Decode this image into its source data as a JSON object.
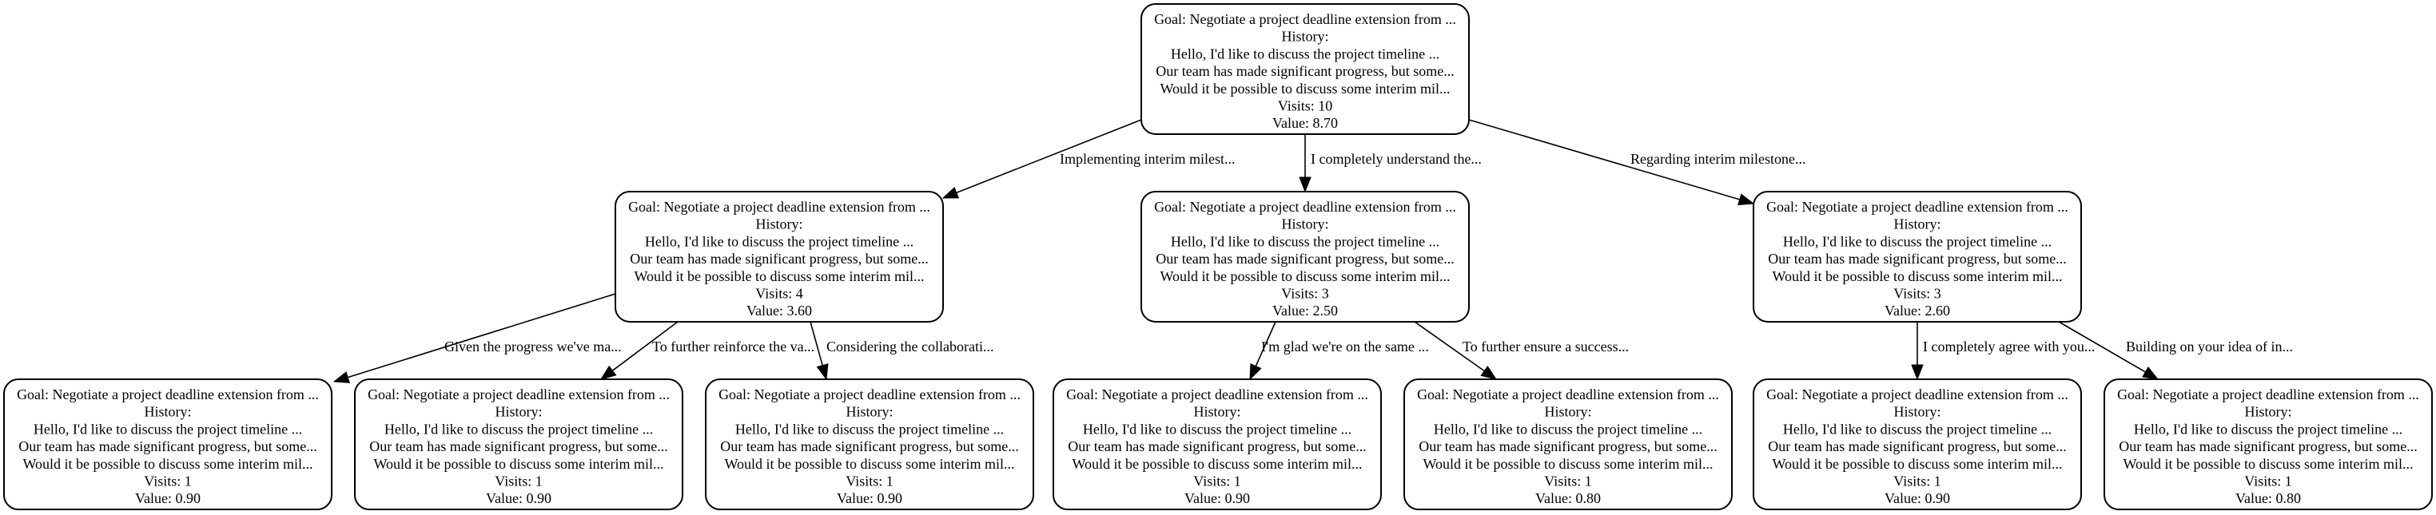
{
  "tree": {
    "nodes": [
      {
        "id": "root",
        "goal": "Goal: Negotiate a project deadline extension from ...",
        "history_label": "History:",
        "history": [
          "Hello, I'd like to discuss the project timeline ...",
          "Our team has made significant progress, but some...",
          "Would it be possible to discuss some interim mil..."
        ],
        "visits": "Visits: 10",
        "value": "Value: 8.70"
      },
      {
        "id": "c1",
        "goal": "Goal: Negotiate a project deadline extension from ...",
        "history_label": "History:",
        "history": [
          "Hello, I'd like to discuss the project timeline ...",
          "Our team has made significant progress, but some...",
          "Would it be possible to discuss some interim mil..."
        ],
        "visits": "Visits: 4",
        "value": "Value: 3.60"
      },
      {
        "id": "c2",
        "goal": "Goal: Negotiate a project deadline extension from ...",
        "history_label": "History:",
        "history": [
          "Hello, I'd like to discuss the project timeline ...",
          "Our team has made significant progress, but some...",
          "Would it be possible to discuss some interim mil..."
        ],
        "visits": "Visits: 3",
        "value": "Value: 2.50"
      },
      {
        "id": "c3",
        "goal": "Goal: Negotiate a project deadline extension from ...",
        "history_label": "History:",
        "history": [
          "Hello, I'd like to discuss the project timeline ...",
          "Our team has made significant progress, but some...",
          "Would it be possible to discuss some interim mil..."
        ],
        "visits": "Visits: 3",
        "value": "Value: 2.60"
      },
      {
        "id": "g1",
        "goal": "Goal: Negotiate a project deadline extension from ...",
        "history_label": "History:",
        "history": [
          "Hello, I'd like to discuss the project timeline ...",
          "Our team has made significant progress, but some...",
          "Would it be possible to discuss some interim mil..."
        ],
        "visits": "Visits: 1",
        "value": "Value: 0.90"
      },
      {
        "id": "g2",
        "goal": "Goal: Negotiate a project deadline extension from ...",
        "history_label": "History:",
        "history": [
          "Hello, I'd like to discuss the project timeline ...",
          "Our team has made significant progress, but some...",
          "Would it be possible to discuss some interim mil..."
        ],
        "visits": "Visits: 1",
        "value": "Value: 0.90"
      },
      {
        "id": "g3",
        "goal": "Goal: Negotiate a project deadline extension from ...",
        "history_label": "History:",
        "history": [
          "Hello, I'd like to discuss the project timeline ...",
          "Our team has made significant progress, but some...",
          "Would it be possible to discuss some interim mil..."
        ],
        "visits": "Visits: 1",
        "value": "Value: 0.90"
      },
      {
        "id": "g4",
        "goal": "Goal: Negotiate a project deadline extension from ...",
        "history_label": "History:",
        "history": [
          "Hello, I'd like to discuss the project timeline ...",
          "Our team has made significant progress, but some...",
          "Would it be possible to discuss some interim mil..."
        ],
        "visits": "Visits: 1",
        "value": "Value: 0.90"
      },
      {
        "id": "g5",
        "goal": "Goal: Negotiate a project deadline extension from ...",
        "history_label": "History:",
        "history": [
          "Hello, I'd like to discuss the project timeline ...",
          "Our team has made significant progress, but some...",
          "Would it be possible to discuss some interim mil..."
        ],
        "visits": "Visits: 1",
        "value": "Value: 0.80"
      },
      {
        "id": "g6",
        "goal": "Goal: Negotiate a project deadline extension from ...",
        "history_label": "History:",
        "history": [
          "Hello, I'd like to discuss the project timeline ...",
          "Our team has made significant progress, but some...",
          "Would it be possible to discuss some interim mil..."
        ],
        "visits": "Visits: 1",
        "value": "Value: 0.90"
      },
      {
        "id": "g7",
        "goal": "Goal: Negotiate a project deadline extension from ...",
        "history_label": "History:",
        "history": [
          "Hello, I'd like to discuss the project timeline ...",
          "Our team has made significant progress, but some...",
          "Would it be possible to discuss some interim mil..."
        ],
        "visits": "Visits: 1",
        "value": "Value: 0.80"
      }
    ],
    "edges": [
      {
        "from": "root",
        "to": "c1",
        "label": "Implementing interim milest..."
      },
      {
        "from": "root",
        "to": "c2",
        "label": "I completely understand the..."
      },
      {
        "from": "root",
        "to": "c3",
        "label": "Regarding interim milestone..."
      },
      {
        "from": "c1",
        "to": "g1",
        "label": "Given the progress we've ma..."
      },
      {
        "from": "c1",
        "to": "g2",
        "label": "To further reinforce the va..."
      },
      {
        "from": "c1",
        "to": "g3",
        "label": "Considering the collaborati..."
      },
      {
        "from": "c2",
        "to": "g4",
        "label": "I'm glad we're on the same ..."
      },
      {
        "from": "c2",
        "to": "g5",
        "label": "To further ensure a success..."
      },
      {
        "from": "c3",
        "to": "g6",
        "label": "I completely agree with you..."
      },
      {
        "from": "c3",
        "to": "g7",
        "label": "Building on your idea of in..."
      }
    ]
  }
}
